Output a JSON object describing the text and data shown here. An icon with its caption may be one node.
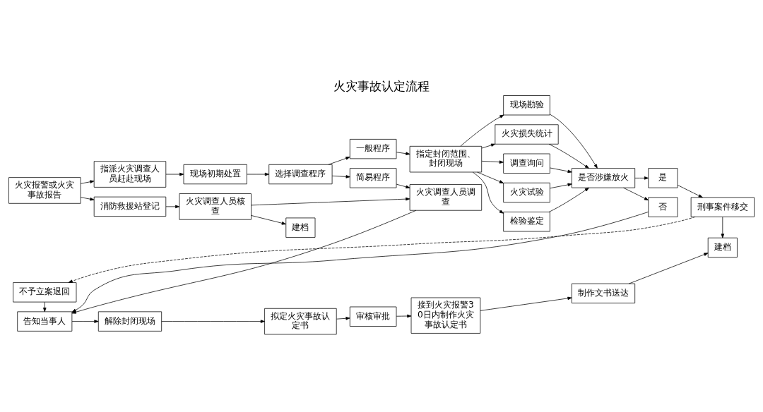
{
  "diagram": {
    "title": "火灾事故认定流程",
    "nodes": [
      {
        "text": [
          "火灾报警或火灾事故报告"
        ]
      },
      {
        "text": [
          "指派火灾调查人员赶赴现场"
        ]
      },
      {
        "text": [
          "现场初期处置"
        ]
      },
      {
        "text": [
          "选择调查程序"
        ]
      },
      {
        "text": [
          "一般程序"
        ]
      },
      {
        "text": [
          "指定封闭范围、封闭现场"
        ]
      },
      {
        "text": [
          "现场勘验"
        ]
      },
      {
        "text": [
          "火灾损失统计"
        ]
      },
      {
        "text": [
          "调查询问"
        ]
      },
      {
        "text": [
          "火灾试验"
        ]
      },
      {
        "text": [
          "检验鉴定"
        ]
      },
      {
        "text": [
          "是"
        ]
      },
      {
        "text": [
          "是否涉嫌放火"
        ]
      },
      {
        "text": [
          "否"
        ]
      },
      {
        "text": [
          "简易程序"
        ]
      },
      {
        "text": [
          "消防救援站登记"
        ]
      },
      {
        "text": [
          "火灾调查人员核查"
        ]
      },
      {
        "text": [
          "火灾调查人员调查"
        ]
      },
      {
        "text": [
          "建档"
        ]
      },
      {
        "text": [
          "刑事案件移交"
        ]
      },
      {
        "text": [
          "告知当事人"
        ]
      },
      {
        "text": [
          "解除封闭现场"
        ]
      },
      {
        "text": [
          "拟定火灾事故认定书"
        ]
      },
      {
        "text": [
          "审核审批"
        ]
      },
      {
        "text": [
          "接到火灾报警30日内制作火灾事故认定书"
        ]
      },
      {
        "text": [
          "制作文书送达"
        ]
      },
      {
        "text": [
          "建档"
        ]
      },
      {
        "text": [
          "不予立案退回"
        ]
      }
    ],
    "edges": [
      {
        "from": 0,
        "to": 1,
        "arrow": "to"
      },
      {
        "from": 1,
        "to": 2,
        "arrow": "to"
      },
      {
        "from": 2,
        "to": 3,
        "arrow": "to"
      },
      {
        "from": 3,
        "to": 4,
        "arrow": "to"
      },
      {
        "from": 4,
        "to": 5,
        "arrow": "to"
      },
      {
        "from": 5,
        "to": 6,
        "arrow": "to"
      },
      {
        "from": 5,
        "to": 7,
        "arrow": "to"
      },
      {
        "from": 5,
        "to": 8,
        "arrow": "to"
      },
      {
        "from": 5,
        "to": 9,
        "arrow": "to"
      },
      {
        "from": 5,
        "to": 10,
        "arrow": "to"
      },
      {
        "from": 6,
        "to": 12,
        "arrow": "to"
      },
      {
        "from": 7,
        "to": 12,
        "arrow": "to"
      },
      {
        "from": 8,
        "to": 12,
        "arrow": "to"
      },
      {
        "from": 9,
        "to": 12,
        "arrow": "to"
      },
      {
        "from": 10,
        "to": 12,
        "arrow": "to"
      },
      {
        "from": 12,
        "to": 11,
        "arrow": "to"
      },
      {
        "from": 12,
        "to": 13,
        "arrow": "to"
      },
      {
        "from": 3,
        "to": 14,
        "arrow": "to"
      },
      {
        "from": 14,
        "to": 17,
        "arrow": "to"
      },
      {
        "from": 0,
        "to": 15,
        "arrow": "to"
      },
      {
        "from": 15,
        "to": 16,
        "arrow": "to"
      },
      {
        "from": 16,
        "to": 17,
        "arrow": "to"
      },
      {
        "from": 16,
        "to": 18,
        "arrow": "to"
      },
      {
        "from": 17,
        "to": 20,
        "arrow": "to"
      },
      {
        "from": 13,
        "to": 20,
        "arrow": "to"
      },
      {
        "from": 11,
        "to": 19,
        "arrow": "to"
      },
      {
        "from": 19,
        "to": 26,
        "arrow": "to"
      },
      {
        "from": 19,
        "to": 27,
        "arrow": "to",
        "style": "dashed"
      },
      {
        "from": 27,
        "to": 20,
        "arrow": "to"
      },
      {
        "from": 20,
        "to": 21,
        "arrow": "to"
      },
      {
        "from": 21,
        "to": 22,
        "arrow": "to"
      },
      {
        "from": 22,
        "to": 23,
        "arrow": "to"
      },
      {
        "from": 23,
        "to": 24,
        "arrow": "to"
      },
      {
        "from": 24,
        "to": 25,
        "arrow": "to"
      },
      {
        "from": 25,
        "to": 26,
        "arrow": "to"
      }
    ]
  }
}
